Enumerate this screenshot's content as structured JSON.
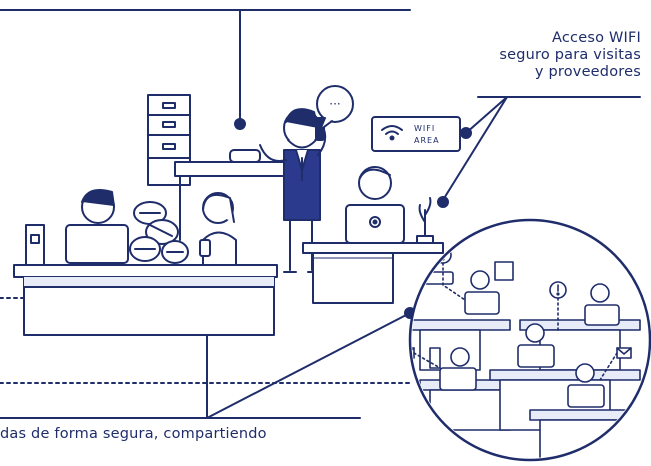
{
  "callouts": {
    "wifi_line1": "Acceso WIFI",
    "wifi_line2": "seguro para visitas",
    "wifi_line3": "y proveedores",
    "bottom_caption": "das de forma segura, compartiendo"
  },
  "wifi_sign": {
    "line1": "WIFI",
    "line2": "AREA"
  },
  "speech_bubble": "···",
  "colors": {
    "stroke": "#1f2d6b",
    "fill": "#ffffff",
    "panel": "#e8ecf8",
    "accent": "#2b3a8c"
  }
}
